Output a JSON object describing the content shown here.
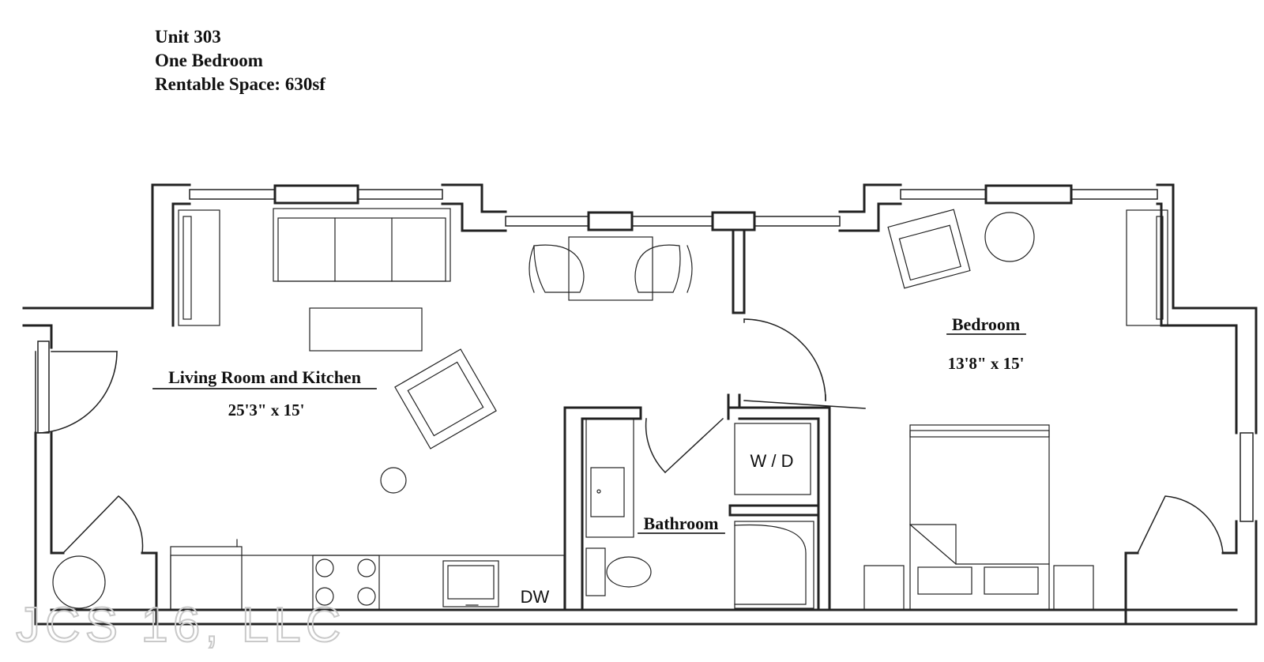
{
  "header": {
    "unit": "Unit 303",
    "type": "One Bedroom",
    "area": "Rentable Space: 630sf"
  },
  "rooms": {
    "living": {
      "name": "Living Room and Kitchen",
      "size": "25'3\" x 15'"
    },
    "bedroom": {
      "name": "Bedroom",
      "size": "13'8\" x 15'"
    },
    "bathroom": {
      "name": "Bathroom"
    }
  },
  "fixtures": {
    "washer_dryer": "W / D",
    "dishwasher": "DW"
  },
  "watermark": "JCS 16, LLC"
}
